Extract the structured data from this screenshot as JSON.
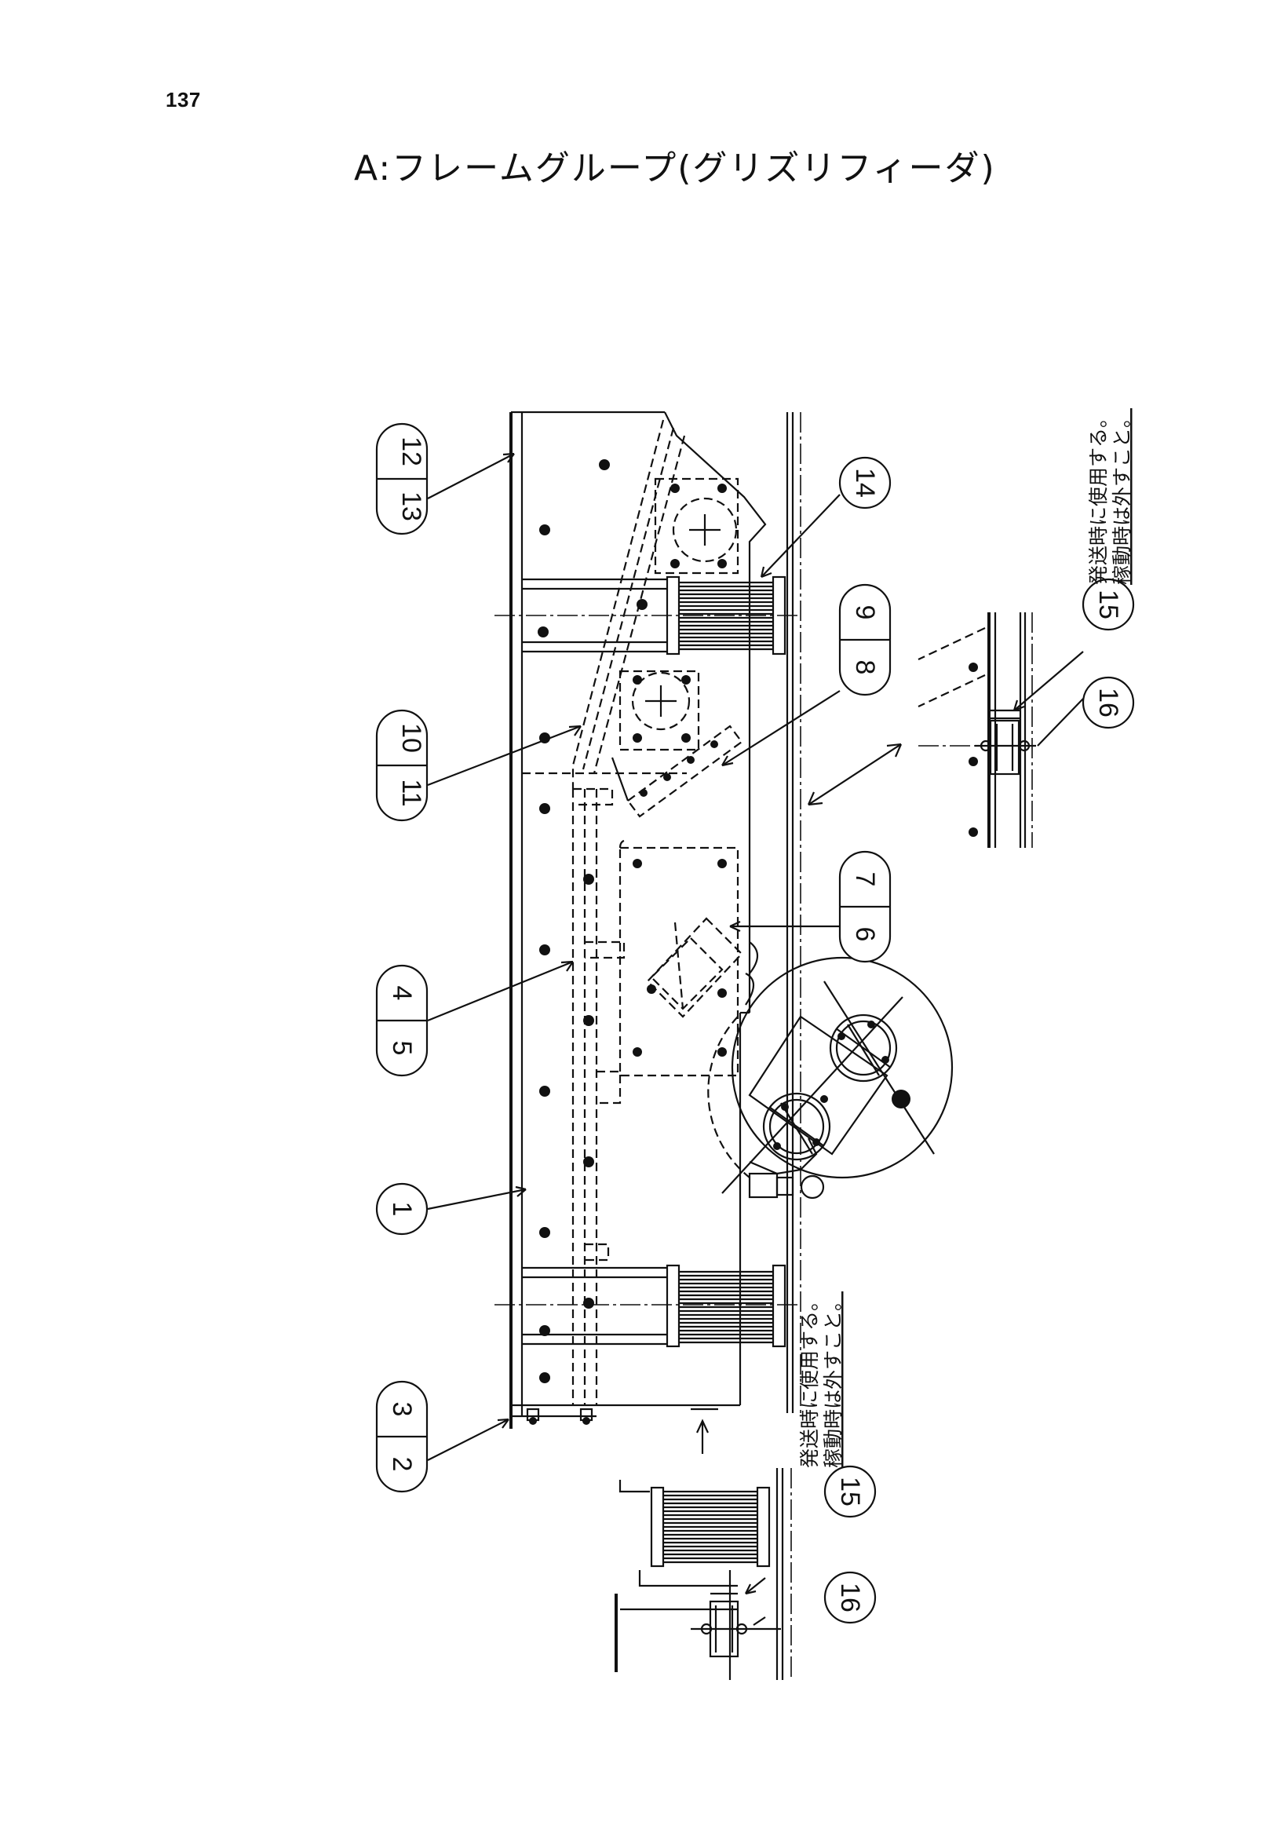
{
  "page_number": "137",
  "title": "A:フレームグループ(グリズリフィーダ)",
  "callouts": [
    {
      "id": "c-1",
      "label": "1"
    },
    {
      "id": "c-2",
      "label": "2"
    },
    {
      "id": "c-3",
      "label": "3"
    },
    {
      "id": "c-4",
      "label": "4"
    },
    {
      "id": "c-5",
      "label": "5"
    },
    {
      "id": "c-6",
      "label": "6"
    },
    {
      "id": "c-7",
      "label": "7"
    },
    {
      "id": "c-8",
      "label": "8"
    },
    {
      "id": "c-9",
      "label": "9"
    },
    {
      "id": "c-10",
      "label": "10"
    },
    {
      "id": "c-11",
      "label": "11"
    },
    {
      "id": "c-12",
      "label": "12"
    },
    {
      "id": "c-13",
      "label": "13"
    },
    {
      "id": "c-14",
      "label": "14"
    },
    {
      "id": "c-15a",
      "label": "15"
    },
    {
      "id": "c-16a",
      "label": "16"
    },
    {
      "id": "c-15b",
      "label": "15"
    },
    {
      "id": "c-16b",
      "label": "16"
    }
  ],
  "notes": {
    "left_line1": "発送時に使用する。",
    "left_line2": "稼動時は外すこと。",
    "right_line1": "発送時に使用する。",
    "right_line2": "稼動時は外すこと。"
  }
}
